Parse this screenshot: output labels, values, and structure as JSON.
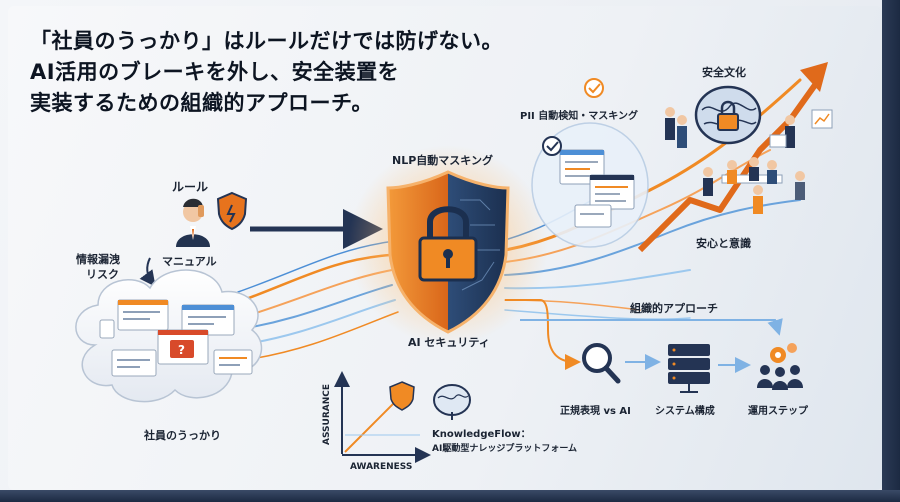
{
  "title": {
    "line1": "「社員のうっかり」はルールだけでは防げない。",
    "line2": "AI活用のブレーキを外し、安全装置を",
    "line3": "実装するための組織的アプローチ。"
  },
  "labels": {
    "rule": "ルール",
    "manual": "マニュアル",
    "leak_risk_1": "情報漏洩",
    "leak_risk_2": "リスク",
    "employee_mistake": "社員のうっかり",
    "nlp_masking": "NLP自動マスキング",
    "ai_security": "AI セキュリティ",
    "pii": "PII 自動検知・マスキング",
    "safety_culture": "安全文化",
    "peace_of_mind": "安心と意識",
    "org_approach": "組織的アプローチ",
    "regex_vs_ai": "正規表現 vs AI",
    "system_config": "システム構成",
    "ops_steps": "運用ステップ",
    "chart_y": "ASSURANCE",
    "chart_x": "AWARENESS",
    "kf_line1": "KnowledgeFlow：",
    "kf_line2": "AI駆動型ナレッジプラットフォーム"
  },
  "colors": {
    "navy": "#1f2d4a",
    "orange": "#f08a24",
    "blue": "#4d8fd6",
    "light_blue": "#9cc8ee"
  },
  "icons": [
    "shield-lock-icon",
    "person-icon",
    "warning-shield-icon",
    "cloud-icon",
    "check-icon",
    "brain-lock-icon",
    "magnifier-icon",
    "server-icon",
    "team-gear-icon",
    "trend-arrow-icon"
  ]
}
